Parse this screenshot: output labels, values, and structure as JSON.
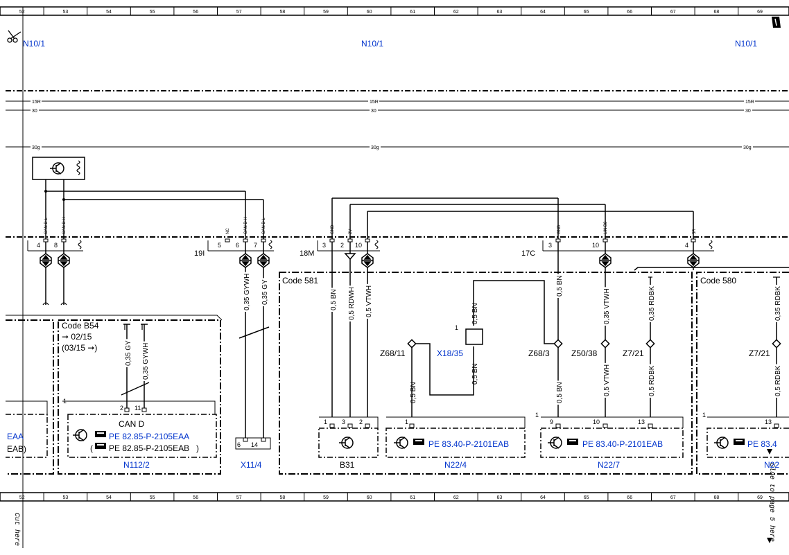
{
  "grid": {
    "columns": [
      "52",
      "53",
      "54",
      "55",
      "56",
      "57",
      "58",
      "59",
      "60",
      "61",
      "62",
      "63",
      "64",
      "65",
      "66",
      "67",
      "68",
      "69"
    ]
  },
  "page": {
    "cut_label": "Cut here",
    "glue_label": "Glue to page 5 here"
  },
  "headers": {
    "module_left": "N10/1",
    "module_center": "N10/1",
    "module_right": "N10/1"
  },
  "buses": {
    "b15r_left": "15R",
    "b15r_center": "15R",
    "b15r_right": "15R",
    "b30_left": "30",
    "b30_center": "30",
    "b30_right": "30",
    "b30g_left": "30g",
    "b30g_center": "30g",
    "b30g_right": "30g"
  },
  "connectors": {
    "c191": "19I",
    "c18m": "18M",
    "c17c": "17C",
    "pins": {
      "p4": "4",
      "p8": "8",
      "p5": "5",
      "p6": "6",
      "p7": "7",
      "p3a": "3",
      "p2a": "2",
      "p10a": "10",
      "p3b": "3",
      "p10b": "10",
      "p4b": "4"
    },
    "signals": {
      "can_d_l_1": "CAN D L",
      "can_d_h_1": "CAN D H",
      "nc": "NC",
      "can_d_h_2": "CAN D H",
      "can_d_l_2": "CAN D L",
      "gnd_1": "GND",
      "v2": "2V",
      "gnd_2": "GND",
      "lin_b8": "LIN B8",
      "r5": "5R"
    }
  },
  "wires": {
    "w_gywh_1": "0,35 GYWH",
    "w_gy_1": "0,35 GY",
    "w_bn_1": "0,5 BN",
    "w_rdwh": "0,5 RDWH",
    "w_vtwh_1": "0,5 VTWH",
    "w_bn_2": "0,5 BN",
    "w_bn_3": "0,5 BN",
    "w_bn_4": "0,5 BN",
    "w_vtwh_2": "0,35 VTWH",
    "w_rdbk_1": "0,35 RDBK",
    "w_rdbk_2": "0,35 RDBK",
    "w_bn_5": "0,5 BN",
    "w_bn_6": "0,5 BN",
    "w_vtwh_3": "0,5 VTWH",
    "w_rdbk_3": "0,5 RDBK",
    "w_gy_2": "0,35 GY",
    "w_gywh_2": "0,35 GYWH",
    "w_rdbk_4": "0,5 RDBK"
  },
  "splices": {
    "z68_11": "Z68/11",
    "x18_35": "X18/35",
    "z68_3": "Z68/3",
    "z50_38": "Z50/38",
    "z7_21_a": "Z7/21",
    "z7_21_b": "Z7/21"
  },
  "codes": {
    "code581": "Code 581",
    "code580": "Code 580",
    "codeB54": "Code B54",
    "b54_line1": "➞ 02/15",
    "b54_line2": "(03/15 ➞)"
  },
  "components": {
    "n112_2": {
      "name": "N112/2",
      "bus": "CAN D",
      "ref1": "PE 82.85-P-2105EAA",
      "ref2": "PE 82.85-P-2105EAB",
      "pin_a": "2",
      "pin_b": "11",
      "pin_c": "1"
    },
    "left_partial": {
      "ref1": "EAA",
      "ref2": "EAB)"
    },
    "x11_4": {
      "name": "X11/4",
      "pin_a": "6",
      "pin_b": "14"
    },
    "b31": {
      "name": "B31",
      "pin_a": "1",
      "pin_b": "3",
      "pin_c": "2"
    },
    "n22_4": {
      "name": "N22/4",
      "ref": "PE 83.40-P-2101EAB",
      "pin": "1"
    },
    "n22_7": {
      "name": "N22/7",
      "ref": "PE 83.40-P-2101EAB",
      "pin_a": "1",
      "pin_b": "9",
      "pin_c": "10",
      "pin_d": "13"
    },
    "right_partial": {
      "name": "N22",
      "ref": "PE 83.4",
      "pin_a": "1",
      "pin_b": "13"
    },
    "x18_pin": "1"
  }
}
